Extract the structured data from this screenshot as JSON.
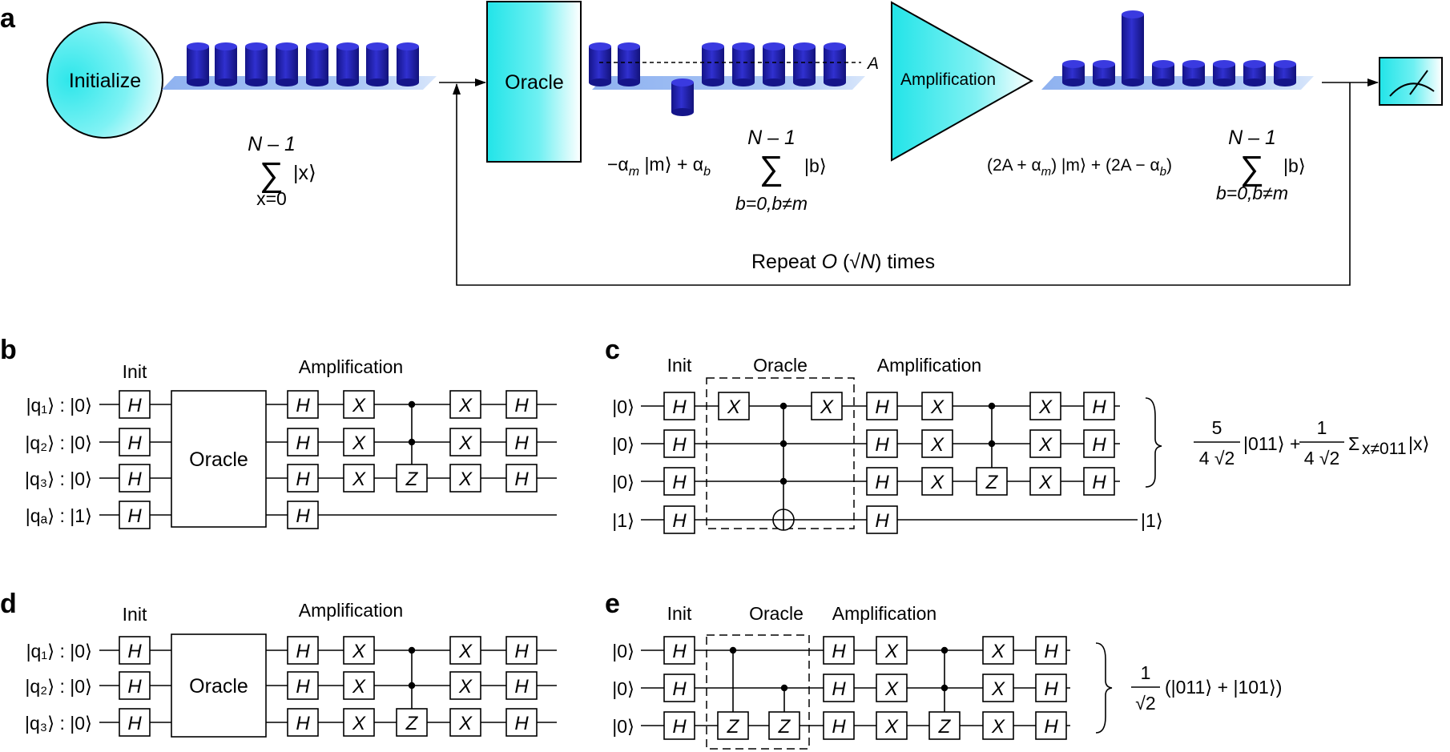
{
  "panel_letters": {
    "a": "a",
    "b": "b",
    "c": "c",
    "d": "d",
    "e": "e"
  },
  "panel_a": {
    "initialize_label": "Initialize",
    "oracle_label": "Oracle",
    "amplification_label": "Amplification",
    "threshold_label": "A",
    "init_state": {
      "upper": "N – 1",
      "sum": "∑",
      "term": "|x⟩",
      "lower": "x=0"
    },
    "oracle_state": {
      "left": "−α",
      "sub_m": "m",
      "mid1": " |m⟩ + α",
      "sub_b": "b",
      "upper": "N – 1",
      "sum": "∑",
      "term": "|b⟩",
      "lower": "b=0,b≠m"
    },
    "amp_state": {
      "left": "(2A + α",
      "sub_m": "m",
      "mid1": ") |m⟩ + (2A − α",
      "sub_b": "b",
      "mid2": ")",
      "upper": "N – 1",
      "sum": "∑",
      "term": "|b⟩",
      "lower": "b=0,b≠m"
    },
    "repeat_text": {
      "prefix": "Repeat ",
      "o": "O",
      "paren_open": " (√",
      "n": "N",
      "suffix": ") times"
    }
  },
  "panel_b": {
    "init_label": "Init",
    "oracle_label": "Oracle",
    "amplification_label": "Amplification",
    "qubits": [
      "|q₁⟩ : |0⟩",
      "|q₂⟩ : |0⟩",
      "|q₃⟩ : |0⟩",
      "|qₐ⟩ : |1⟩"
    ]
  },
  "panel_c": {
    "init_label": "Init",
    "oracle_label": "Oracle",
    "amplification_label": "Amplification",
    "inputs": [
      "|0⟩",
      "|0⟩",
      "|0⟩",
      "|1⟩"
    ],
    "ancilla_output": "|1⟩",
    "result": {
      "num1": "5",
      "den1": "4 √2",
      "ket1": "|011⟩ +",
      "num2": "1",
      "den2": "4 √2",
      "sigma": "Σ",
      "sigma_sub": "x≠011",
      "ket2": "|x⟩"
    }
  },
  "panel_d": {
    "init_label": "Init",
    "oracle_label": "Oracle",
    "amplification_label": "Amplification",
    "qubits": [
      "|q₁⟩ : |0⟩",
      "|q₂⟩ : |0⟩",
      "|q₃⟩ : |0⟩"
    ]
  },
  "panel_e": {
    "init_label": "Init",
    "oracle_label": "Oracle",
    "amplification_label": "Amplification",
    "inputs": [
      "|0⟩",
      "|0⟩",
      "|0⟩"
    ],
    "result": {
      "num": "1",
      "den": "√2",
      "ket": "(|011⟩ + |101⟩)"
    }
  },
  "gates": {
    "h": "H",
    "x": "X",
    "z": "Z"
  },
  "colors": {
    "cyan": "#2ee6ea",
    "bar_dark": "#1a1aa0",
    "bar_light": "#3b3bdc",
    "platform": "#9cbcf2"
  }
}
